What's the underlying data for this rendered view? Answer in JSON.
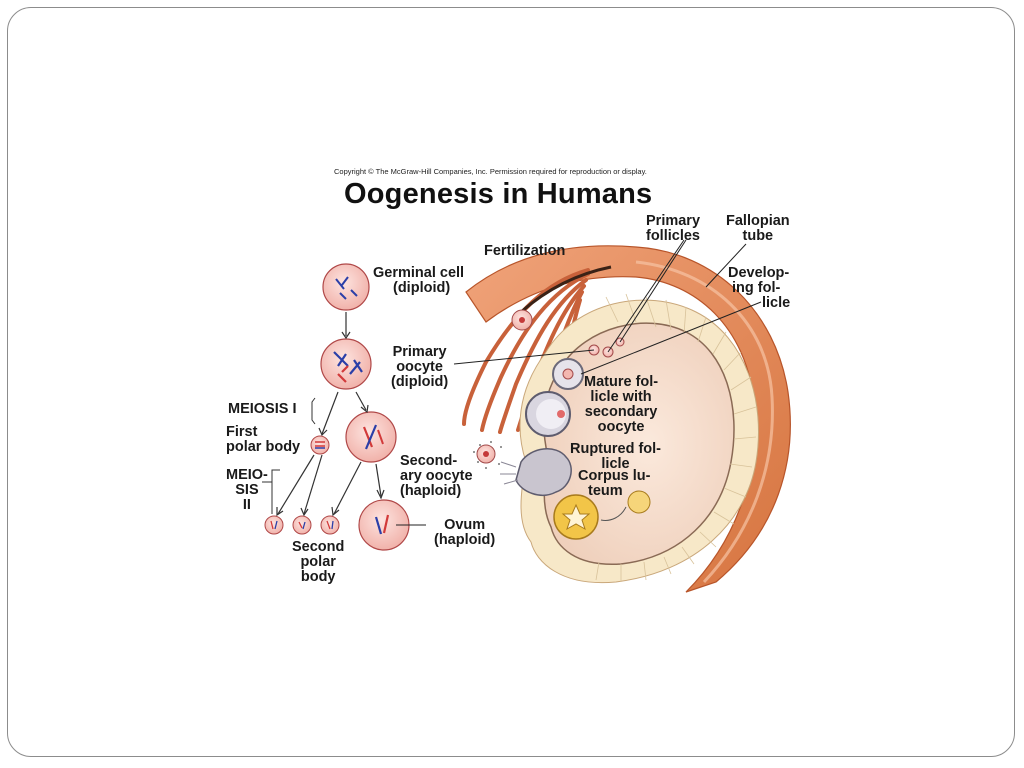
{
  "copyright": "Copyright © The McGraw-Hill Companies, Inc. Permission required for reproduction or display.",
  "title": "Oogenesis in Humans",
  "labels": {
    "germinal_cell": [
      "Germinal cell",
      "(diploid)"
    ],
    "primary_oocyte": [
      "Primary",
      "oocyte",
      "(diploid)"
    ],
    "meiosis_i": "MEIOSIS I",
    "first_polar_body": [
      "First",
      "polar body"
    ],
    "meiosis_ii": [
      "MEIO-",
      "SIS",
      "II"
    ],
    "second_polar_body": [
      "Second",
      "polar",
      "body"
    ],
    "secondary_oocyte": [
      "Second-",
      "ary oocyte",
      "(haploid)"
    ],
    "ovum": [
      "Ovum",
      "(haploid)"
    ],
    "fertilization": "Fertilization",
    "primary_follicles": [
      "Primary",
      "follicles"
    ],
    "fallopian_tube": [
      "Fallopian",
      "tube"
    ],
    "developing_follicle": [
      "Develop-",
      "ing fol-",
      "licle"
    ],
    "mature_follicle": [
      "Mature fol-",
      "licle with",
      "secondary",
      "oocyte"
    ],
    "ruptured_follicle": [
      "Ruptured fol-",
      "licle"
    ],
    "corpus_luteum": [
      "Corpus lu-",
      "teum"
    ]
  },
  "colors": {
    "cell_fill": "#f6c9c4",
    "cell_stroke": "#b04848",
    "tube": "#e58a5a",
    "ovary": "#f6dccb",
    "corpus_luteum": "#f2c548",
    "chromosome_red": "#d23a3a",
    "chromosome_blue": "#2b3fa8"
  }
}
